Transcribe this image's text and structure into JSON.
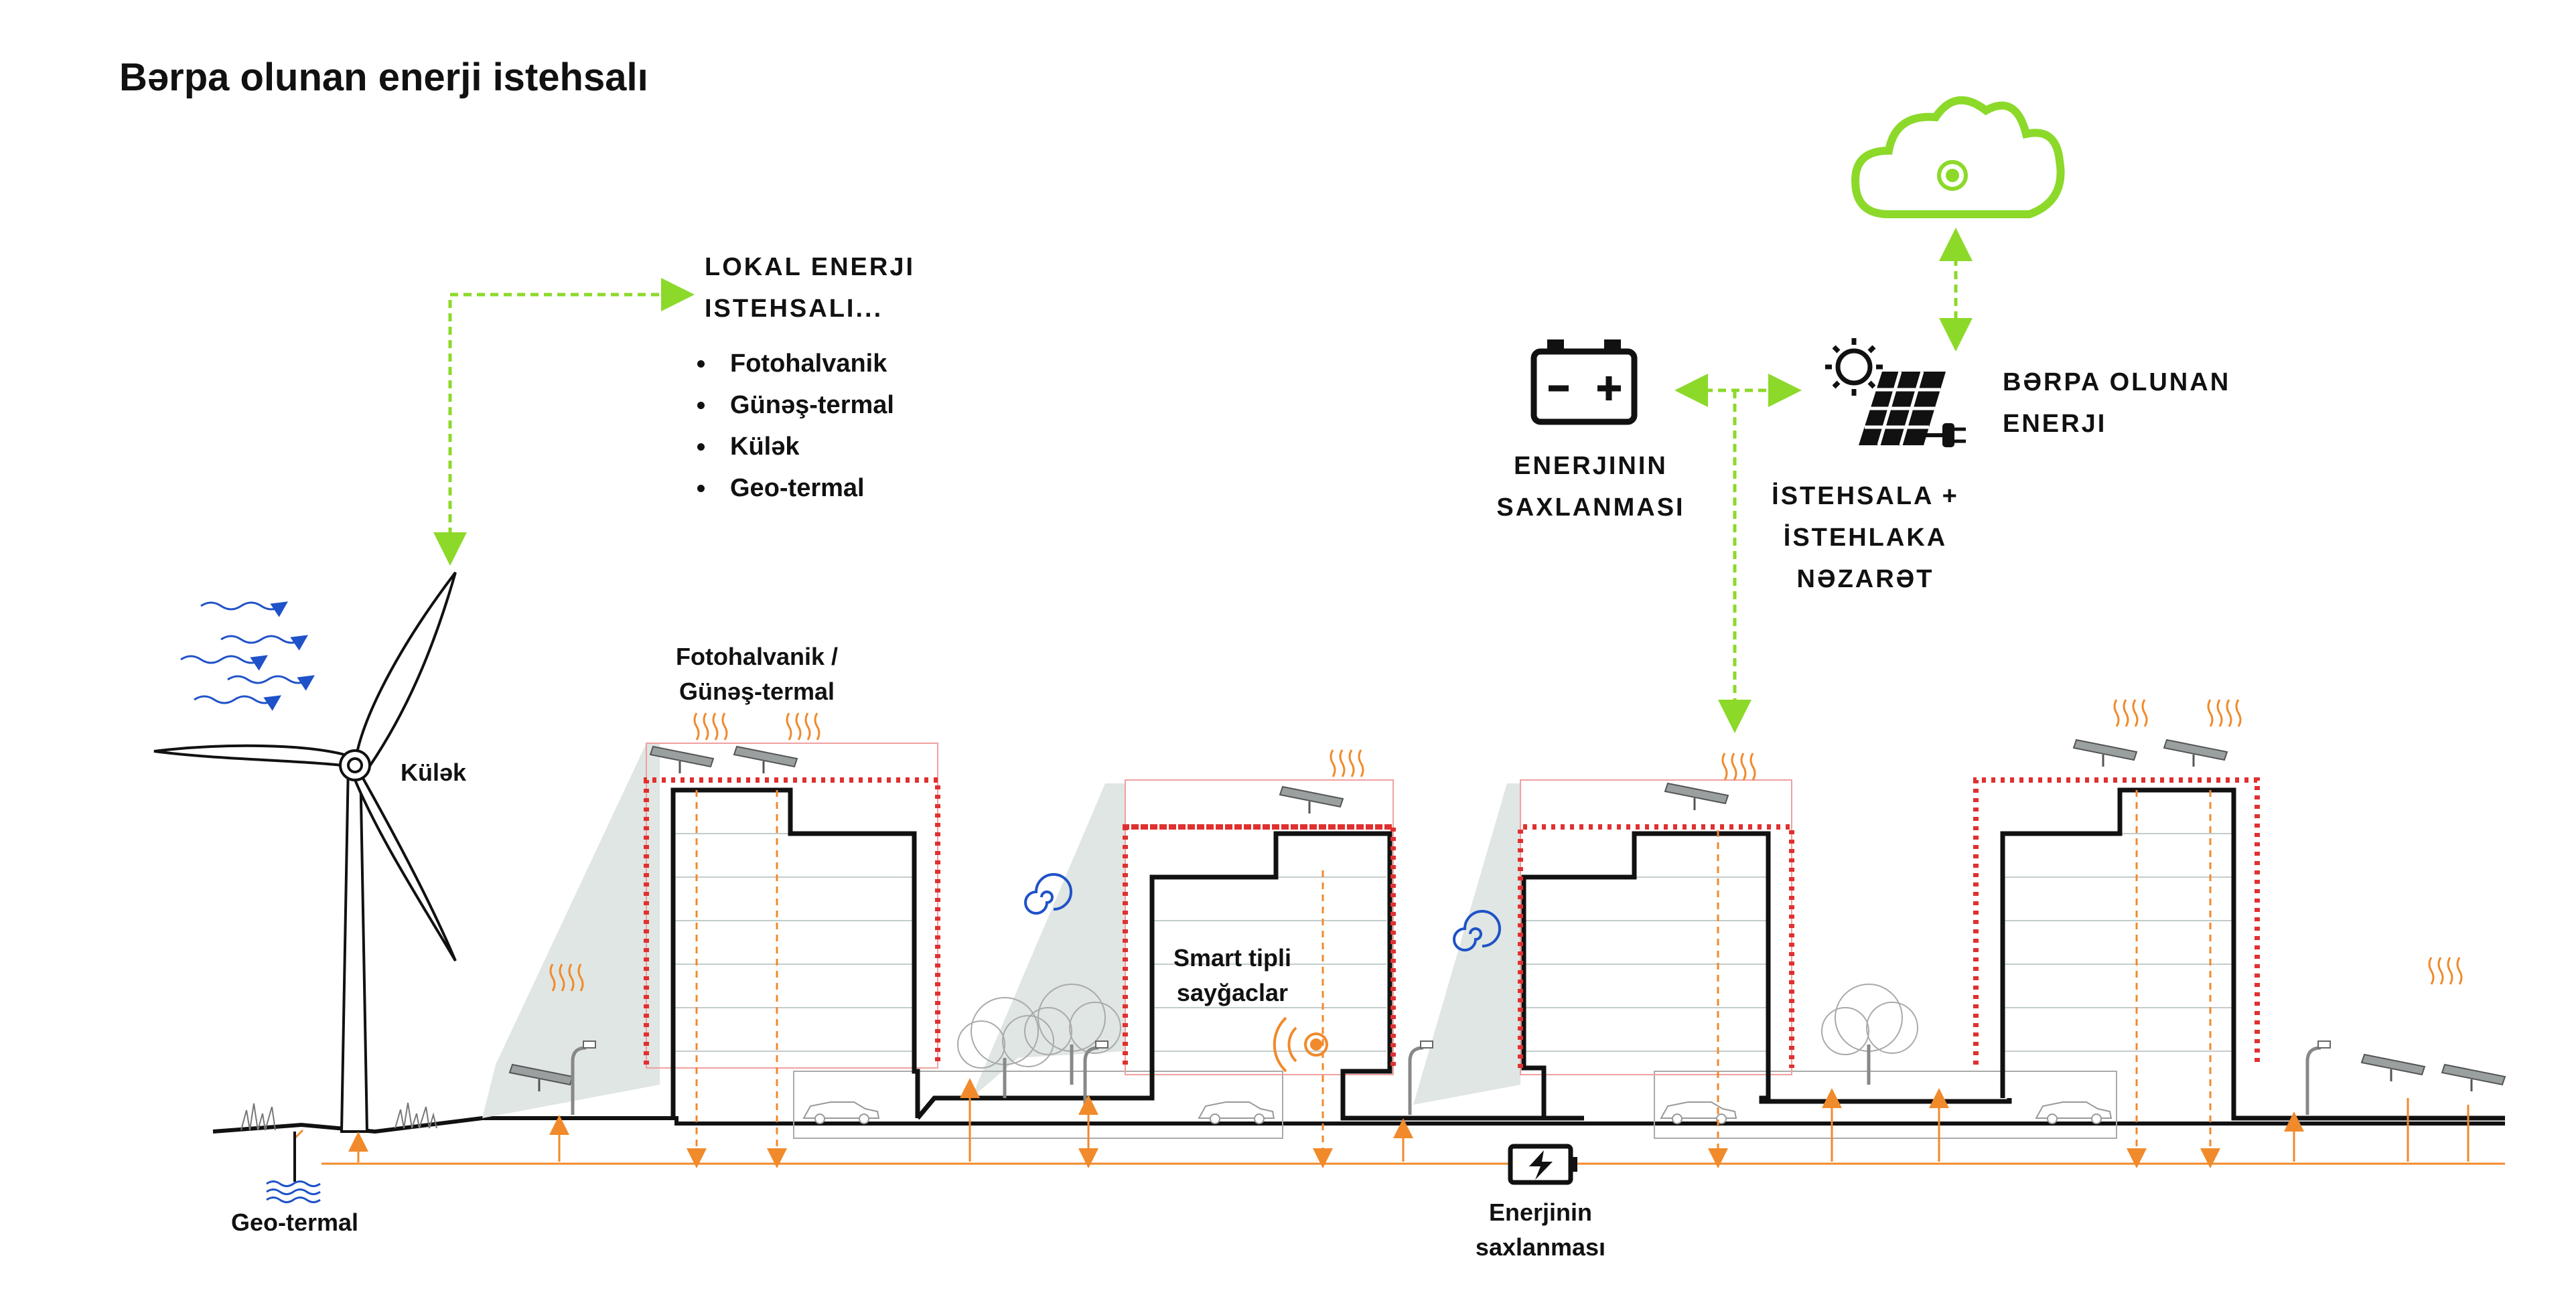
{
  "title": "Bərpa olunan enerji istehsalı",
  "local_energy": {
    "heading_line1": "LOKAL ENERJI",
    "heading_line2": "ISTEHSALI...",
    "items": [
      "Fotohalvanik",
      "Günəş-termal",
      "Külək",
      "Geo-termal"
    ]
  },
  "storage_label": {
    "line1": "ENERJININ",
    "line2": "SAXLANMASI"
  },
  "control_label": {
    "line1": "İSTEHSALA +",
    "line2": "İSTEHLAKA NƏZARƏT"
  },
  "renewable_label": {
    "line1": "BƏRPA OLUNAN",
    "line2": "ENERJI"
  },
  "diagram_labels": {
    "wind": "Külək",
    "pv_line1": "Fotohalvanik /",
    "pv_line2": "Günəş-termal",
    "smart_line1": "Smart tipli",
    "smart_line2": "sayğaclar",
    "geo": "Geo-termal",
    "storage_line1": "Enerjinin",
    "storage_line2": "saxlanması"
  },
  "colors": {
    "green": "#8cd92a",
    "orange": "#f08a2b",
    "red": "#e03030",
    "blue": "#1f52c8",
    "shade": "#dfe6e3",
    "black": "#111111"
  },
  "icons": [
    "wind-turbine-icon",
    "battery-icon",
    "sun-icon",
    "solar-panel-plug-icon",
    "cloud-icon",
    "wind-swirl-icon",
    "signal-icon",
    "heat-wave-icon"
  ]
}
